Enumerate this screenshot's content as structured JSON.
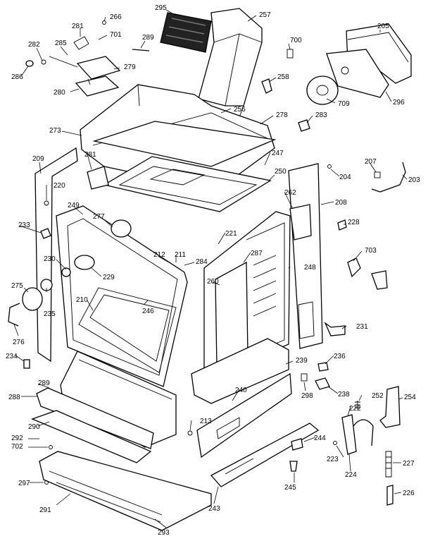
{
  "parts": [
    {
      "id": "p266",
      "label": "266"
    },
    {
      "id": "p295",
      "label": "295"
    },
    {
      "id": "p257",
      "label": "257"
    },
    {
      "id": "p205",
      "label": "205"
    },
    {
      "id": "p281a",
      "label": "281"
    },
    {
      "id": "p701",
      "label": "701"
    },
    {
      "id": "p289",
      "label": "289"
    },
    {
      "id": "p700",
      "label": "700"
    },
    {
      "id": "p282",
      "label": "282"
    },
    {
      "id": "p285",
      "label": "285"
    },
    {
      "id": "p279",
      "label": "279"
    },
    {
      "id": "p286",
      "label": "286"
    },
    {
      "id": "p280",
      "label": "280"
    },
    {
      "id": "p258",
      "label": "258"
    },
    {
      "id": "p709",
      "label": "709"
    },
    {
      "id": "p296",
      "label": "296"
    },
    {
      "id": "p256",
      "label": "256"
    },
    {
      "id": "p278",
      "label": "278"
    },
    {
      "id": "p283",
      "label": "283"
    },
    {
      "id": "p273",
      "label": "273"
    },
    {
      "id": "p247",
      "label": "247"
    },
    {
      "id": "p204",
      "label": "204"
    },
    {
      "id": "p207",
      "label": "207"
    },
    {
      "id": "p209",
      "label": "209"
    },
    {
      "id": "p281b",
      "label": "281"
    },
    {
      "id": "p250",
      "label": "250"
    },
    {
      "id": "p203",
      "label": "203"
    },
    {
      "id": "p262",
      "label": "262"
    },
    {
      "id": "p220",
      "label": "220"
    },
    {
      "id": "p208",
      "label": "208"
    },
    {
      "id": "p249",
      "label": "249"
    },
    {
      "id": "p277",
      "label": "277"
    },
    {
      "id": "p233",
      "label": "233"
    },
    {
      "id": "p228",
      "label": "228"
    },
    {
      "id": "p221",
      "label": "221"
    },
    {
      "id": "p212",
      "label": "212"
    },
    {
      "id": "p211",
      "label": "211"
    },
    {
      "id": "p287",
      "label": "287"
    },
    {
      "id": "p703",
      "label": "703"
    },
    {
      "id": "p230",
      "label": "230"
    },
    {
      "id": "p284",
      "label": "284"
    },
    {
      "id": "p229",
      "label": "229"
    },
    {
      "id": "p248",
      "label": "248"
    },
    {
      "id": "p275",
      "label": "275"
    },
    {
      "id": "p260",
      "label": "260"
    },
    {
      "id": "p210",
      "label": "210"
    },
    {
      "id": "p246",
      "label": "246"
    },
    {
      "id": "p235",
      "label": "235"
    },
    {
      "id": "p231",
      "label": "231"
    },
    {
      "id": "p276",
      "label": "276"
    },
    {
      "id": "p234",
      "label": "234"
    },
    {
      "id": "p236",
      "label": "236"
    },
    {
      "id": "p239",
      "label": "239"
    },
    {
      "id": "p298",
      "label": "298"
    },
    {
      "id": "p238",
      "label": "238"
    },
    {
      "id": "p289b",
      "label": "289"
    },
    {
      "id": "p288",
      "label": "288"
    },
    {
      "id": "p240",
      "label": "240"
    },
    {
      "id": "p252",
      "label": "252"
    },
    {
      "id": "p254",
      "label": "254"
    },
    {
      "id": "p222",
      "label": "222"
    },
    {
      "id": "p290",
      "label": "290"
    },
    {
      "id": "p213",
      "label": "213"
    },
    {
      "id": "p292",
      "label": "292"
    },
    {
      "id": "p244",
      "label": "244"
    },
    {
      "id": "p702",
      "label": "702"
    },
    {
      "id": "p223",
      "label": "223"
    },
    {
      "id": "p224",
      "label": "224"
    },
    {
      "id": "p227",
      "label": "227"
    },
    {
      "id": "p297",
      "label": "297"
    },
    {
      "id": "p245",
      "label": "245"
    },
    {
      "id": "p226",
      "label": "226"
    },
    {
      "id": "p291",
      "label": "291"
    },
    {
      "id": "p243",
      "label": "243"
    },
    {
      "id": "p293",
      "label": "293"
    }
  ]
}
